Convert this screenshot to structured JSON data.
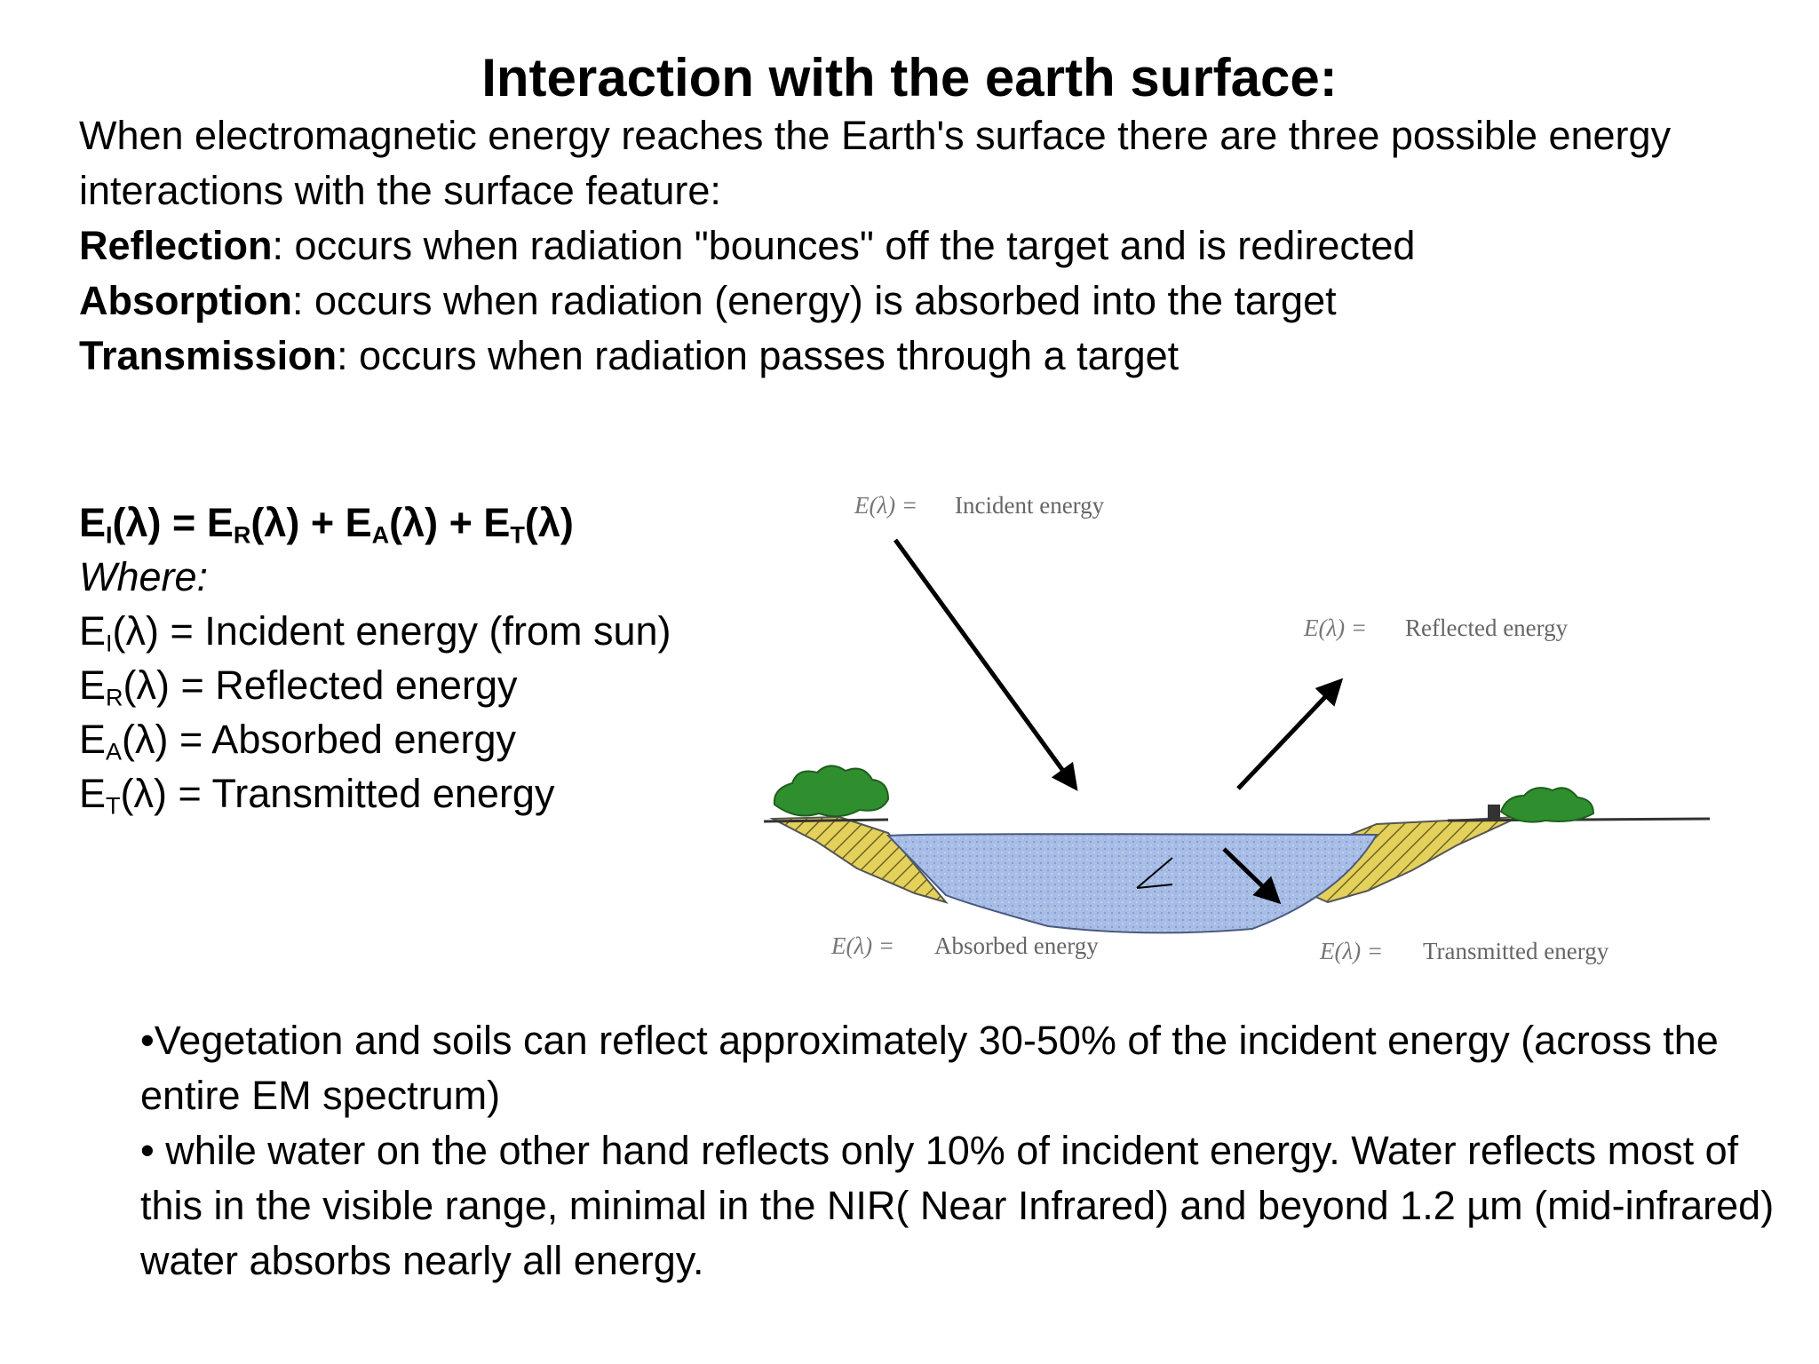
{
  "title": "Interaction with the earth surface:",
  "intro": {
    "text": "When electromagnetic energy reaches the Earth's surface there are three possible energy interactions with the surface feature:",
    "definitions": [
      {
        "term": "Reflection",
        "text": ": occurs when radiation \"bounces\" off the target and is redirected"
      },
      {
        "term": "Absorption",
        "text": ": occurs when radiation (energy) is absorbed into the target"
      },
      {
        "term": "Transmission",
        "text": ": occurs when radiation passes through a target"
      }
    ]
  },
  "equation": {
    "main": {
      "t1": "E",
      "s1": "I",
      "u1": "(λ) = E",
      "s2": "R",
      "u2": "(λ) + E",
      "s3": "A",
      "u3": "(λ) + E",
      "s4": "T",
      "u4": "(λ)"
    },
    "where": "Where:",
    "terms": [
      {
        "symbol": "E",
        "sub": "I",
        "text": "(λ) = Incident energy (from sun)"
      },
      {
        "symbol": "E",
        "sub": "R",
        "text": "(λ) = Reflected energy"
      },
      {
        "symbol": "E",
        "sub": "A",
        "text": "(λ) = Absorbed energy"
      },
      {
        "symbol": "E",
        "sub": "T",
        "text": "(λ) = Transmitted energy"
      }
    ]
  },
  "diagram": {
    "incident": "Incident energy",
    "reflected": "Reflected energy",
    "absorbed": "Absorbed energy",
    "transmitted": "Transmitted energy",
    "symbol": "E(λ) =",
    "colors": {
      "water": "#a8bde6",
      "soil": "#e3d15c",
      "vegetation": "#2f8f2f",
      "arrow": "#000000"
    }
  },
  "bullets": [
    "•Vegetation and soils can reflect approximately 30-50% of the incident energy (across the entire EM spectrum)",
    "• while water on the other hand reflects only 10% of incident energy. Water reflects most of this in the visible range, minimal in the NIR( Near Infrared) and beyond 1.2 µm (mid-infrared) water absorbs nearly all energy."
  ]
}
